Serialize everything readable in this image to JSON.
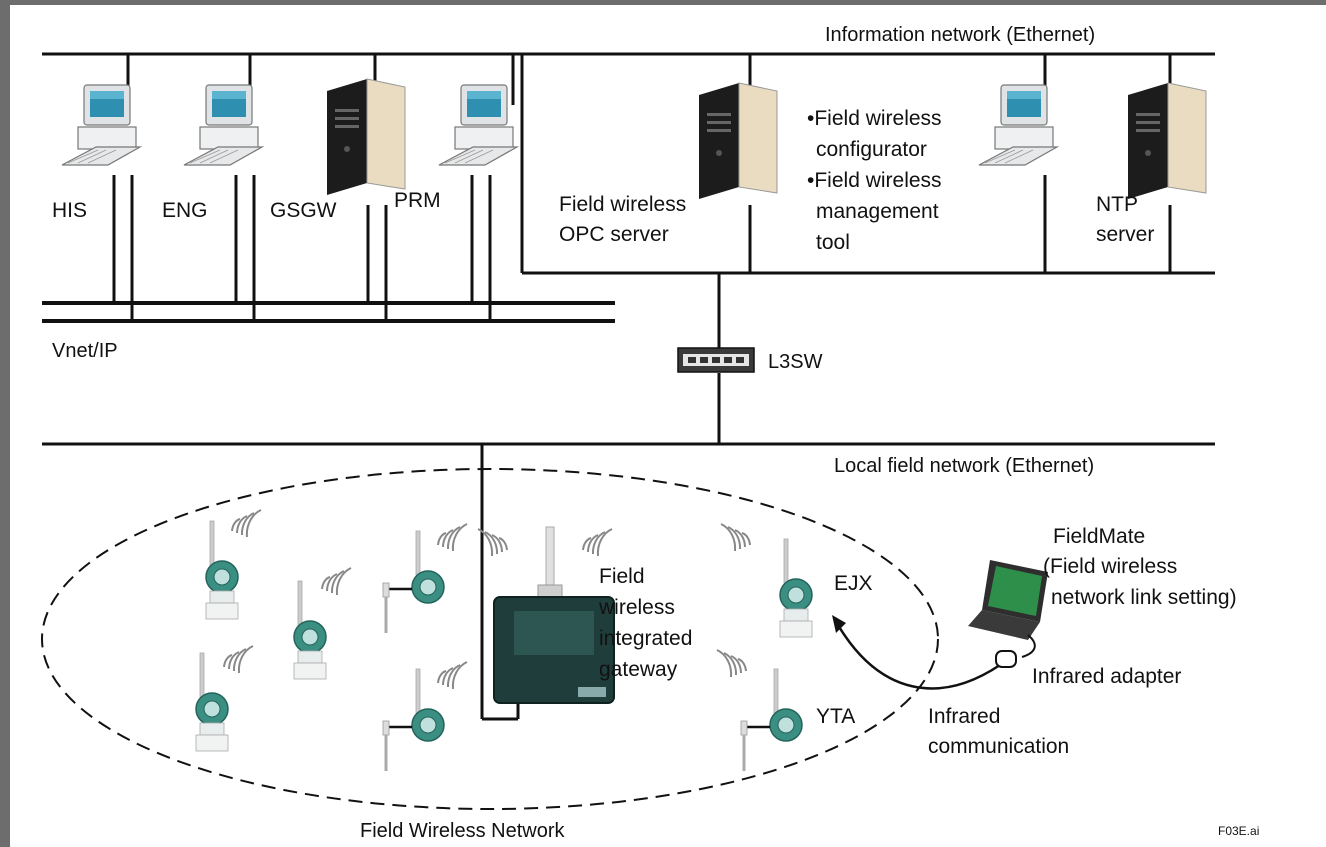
{
  "networks": {
    "information": "Information network (Ethernet)",
    "vnet": "Vnet/IP",
    "local_field": "Local field network (Ethernet)",
    "field_wireless": "Field Wireless Network"
  },
  "stations": {
    "his": "HIS",
    "eng": "ENG",
    "gsgw": "GSGW",
    "prm": "PRM",
    "opc_line1": "Field wireless",
    "opc_line2": "OPC server",
    "cfg_line1": "•Field wireless",
    "cfg_line2": "configurator",
    "cfg_line3": "•Field wireless",
    "cfg_line4": "management",
    "cfg_line5": "tool",
    "ntp_line1": "NTP",
    "ntp_line2": "server"
  },
  "switch": {
    "label": "L3SW"
  },
  "gateway": {
    "line1": "Field",
    "line2": "wireless",
    "line3": "integrated",
    "line4": "gateway"
  },
  "devices": {
    "ejx": "EJX",
    "yta": "YTA"
  },
  "fieldmate": {
    "line1": "FieldMate",
    "line2": "(Field wireless",
    "line3": "network link setting)",
    "adapter": "Infrared adapter",
    "comm_line1": "Infrared",
    "comm_line2": "communication"
  },
  "file_tag": "F03E.ai",
  "colors": {
    "frame": "#6d6d6d",
    "line": "#111111",
    "monitor": "#dfe3e6",
    "screen": "#2f8fb0",
    "server": "#1c1c1c",
    "server_side": "#e9dcc0",
    "transmitter": "#3a8f82",
    "gateway": "#1f3e3b",
    "laptop_screen": "#2e8f4a"
  },
  "icons": [
    "pc-workstation-icon",
    "server-tower-icon",
    "network-switch-icon",
    "wireless-transmitter-icon",
    "temperature-transmitter-icon",
    "gateway-box-icon",
    "laptop-icon",
    "infrared-adapter-icon",
    "wireless-signal-icon"
  ]
}
